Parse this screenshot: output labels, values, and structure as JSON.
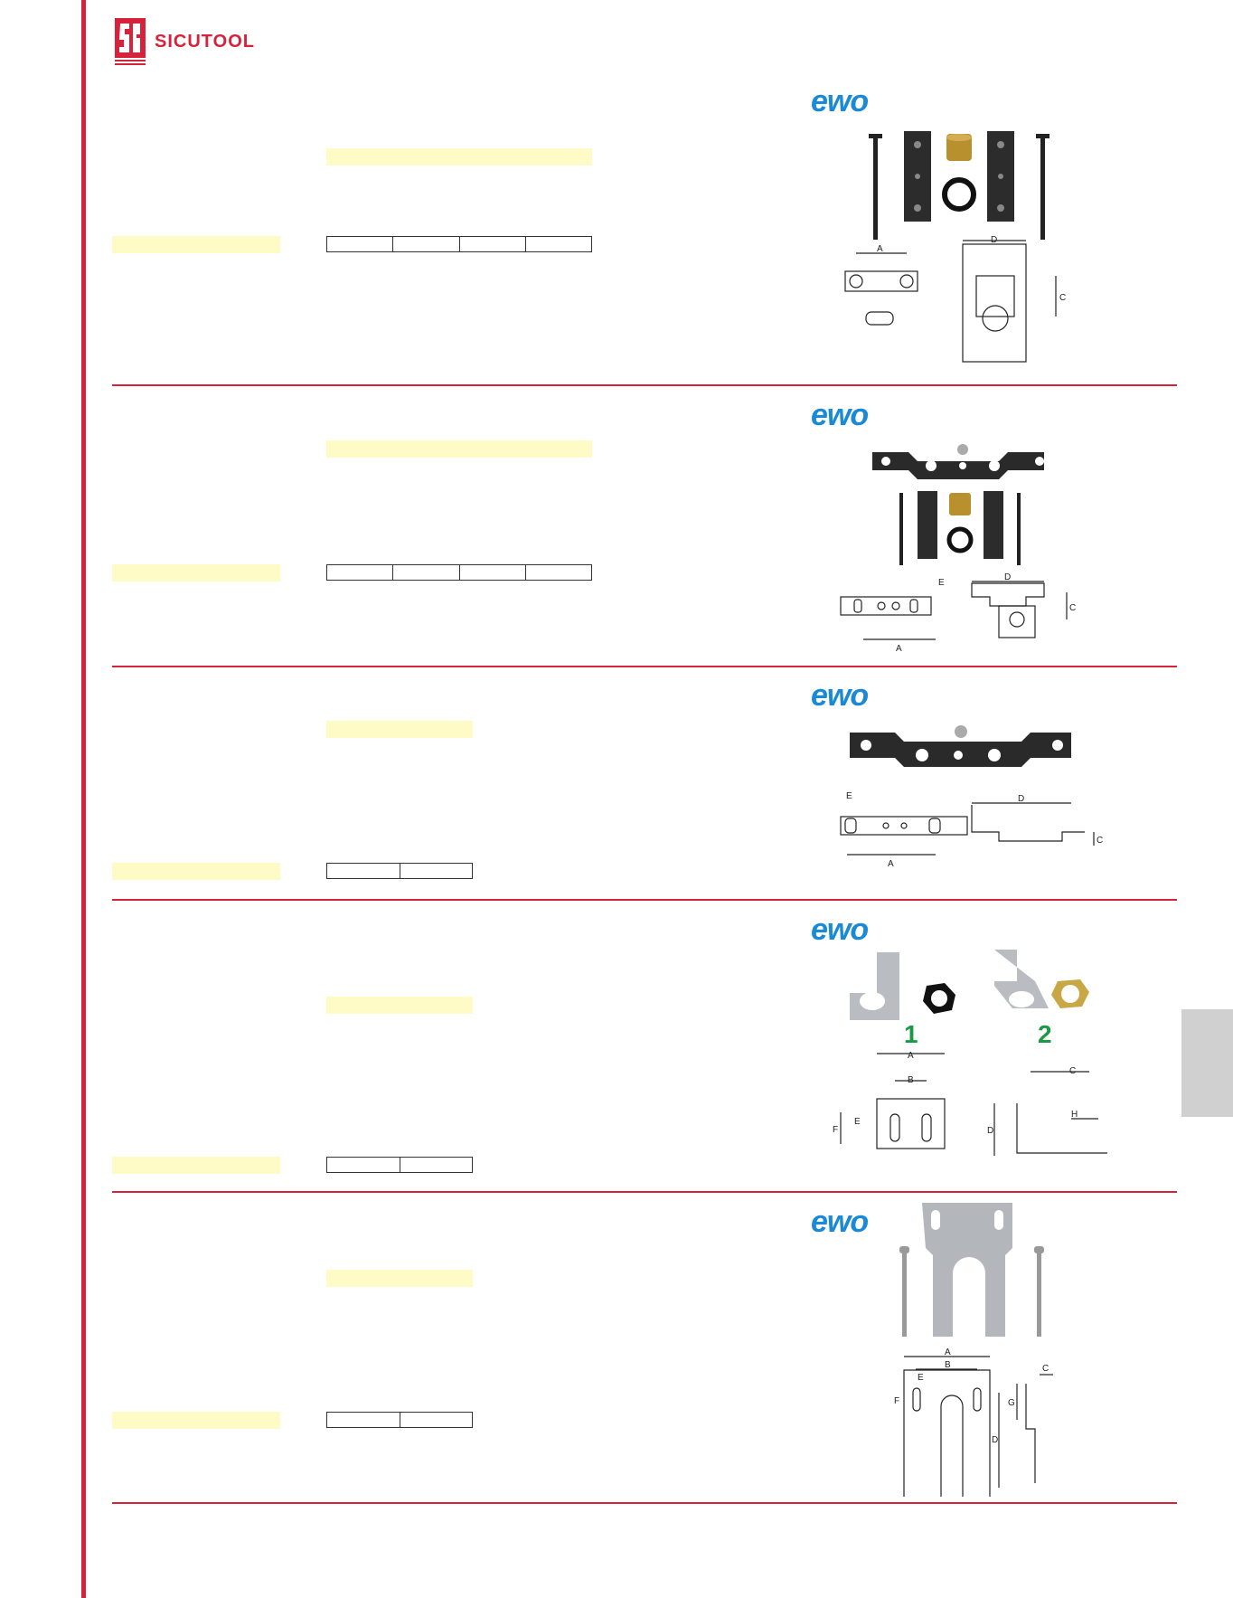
{
  "brand": {
    "name": "SICUTOOL"
  },
  "supplier_logo": "ewo",
  "colors": {
    "brand_red": "#d6223a",
    "highlight": "#fffbc7",
    "ewo_blue": "#1a8ad6",
    "label_green": "#1a9a45",
    "tab_grey": "#d0d0d0"
  },
  "products": [
    {
      "logo": "ewo",
      "dims": [
        "A",
        "D",
        "C"
      ]
    },
    {
      "logo": "ewo",
      "dims": [
        "E",
        "D",
        "A",
        "C"
      ]
    },
    {
      "logo": "ewo",
      "dims": [
        "E",
        "D",
        "A",
        "C"
      ]
    },
    {
      "logo": "ewo",
      "variants": [
        "1",
        "2"
      ],
      "dims": [
        "A",
        "B",
        "E",
        "F",
        "C",
        "H",
        "D"
      ]
    },
    {
      "logo": "ewo",
      "dims": [
        "A",
        "B",
        "E",
        "F",
        "C",
        "G",
        "D"
      ]
    }
  ]
}
